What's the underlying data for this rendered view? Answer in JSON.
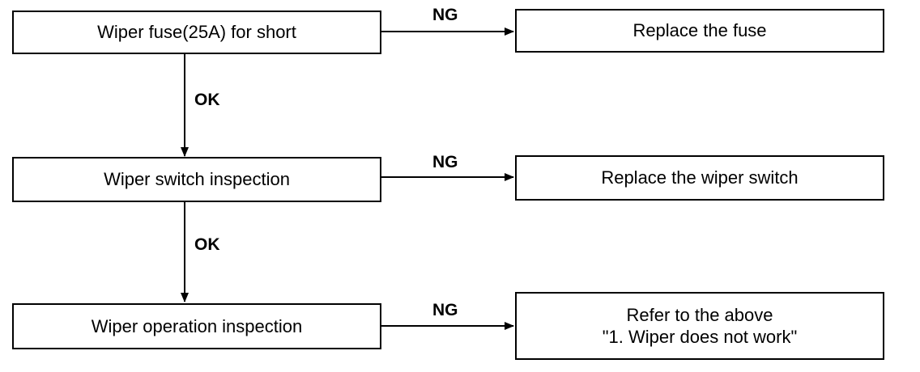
{
  "flowchart": {
    "steps": [
      {
        "check": "Wiper fuse(25A) for short",
        "result_label": "NG",
        "action": [
          "Replace the fuse"
        ]
      },
      {
        "check": "Wiper switch inspection",
        "result_label": "NG",
        "action": [
          "Replace the wiper switch"
        ]
      },
      {
        "check": "Wiper operation inspection",
        "result_label": "NG",
        "action": [
          "Refer to the above",
          "\"1. Wiper does not work\""
        ]
      }
    ],
    "transitions": [
      "OK",
      "OK"
    ]
  }
}
